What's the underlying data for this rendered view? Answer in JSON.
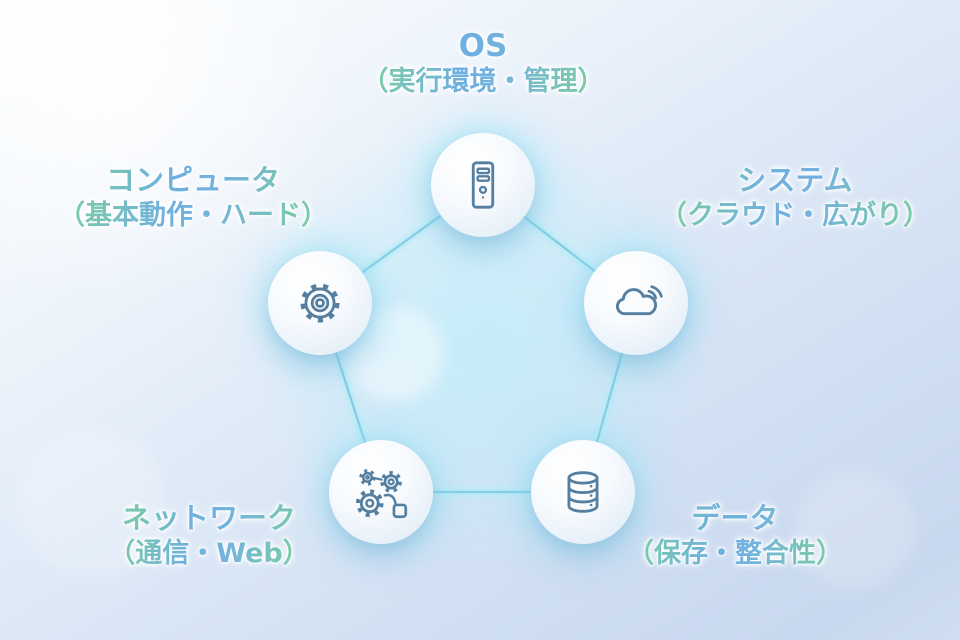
{
  "palette": {
    "text_gradient_green": "#7bcda4",
    "text_gradient_blue": "#6fb0e0",
    "icon_stroke": "#567f9f",
    "edge_line": "#85cde2",
    "edge_glow": "#b4ecf7",
    "node_glow": "#8ce1f5",
    "background_light": "#fcfeff",
    "background_blue": "#c8d8ee"
  },
  "diagram": {
    "nodes": [
      {
        "id": "os",
        "title": "OS",
        "subtitle": "（実行環境・管理）",
        "icon": "computer-tower-icon"
      },
      {
        "id": "computer",
        "title": "コンピュータ",
        "subtitle": "（基本動作・ハード）",
        "icon": "gear-icon"
      },
      {
        "id": "system",
        "title": "システム",
        "subtitle": "（クラウド・広がり）",
        "icon": "cloud-signal-icon"
      },
      {
        "id": "network",
        "title": "ネットワーク",
        "subtitle": "（通信・Web）",
        "icon": "gears-automation-icon"
      },
      {
        "id": "data",
        "title": "データ",
        "subtitle": "（保存・整合性）",
        "icon": "database-icon"
      }
    ],
    "edges": [
      {
        "from": "os",
        "to": "computer"
      },
      {
        "from": "os",
        "to": "system"
      },
      {
        "from": "computer",
        "to": "network"
      },
      {
        "from": "system",
        "to": "data"
      },
      {
        "from": "network",
        "to": "data"
      }
    ]
  }
}
